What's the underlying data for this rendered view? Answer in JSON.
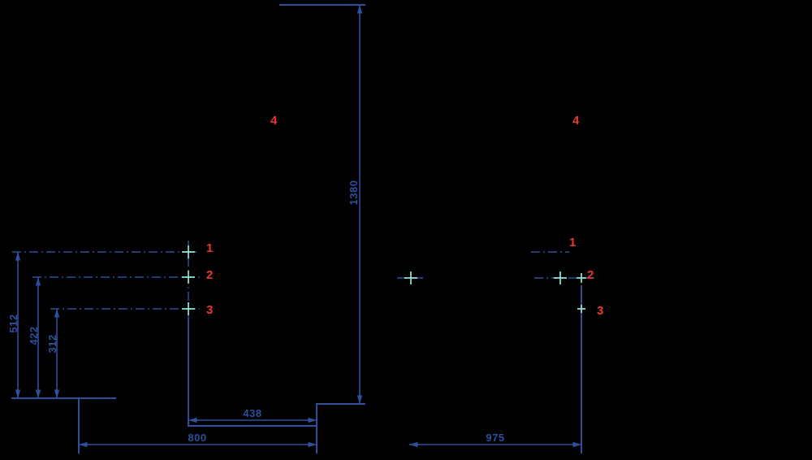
{
  "diagram": {
    "kind": "technical-dimension-drawing",
    "colors": {
      "bg": "#000000",
      "line": "#2d4f9c",
      "label": "#e8382d",
      "marker": "#8fe6d8"
    },
    "front_view": {
      "overall_height": "1380",
      "height_dims": {
        "d1": "512",
        "d2": "422",
        "d3": "312"
      },
      "width_dims": {
        "step": "438",
        "overall": "800"
      },
      "points": {
        "p1": "1",
        "p2": "2",
        "p3": "3",
        "p4": "4"
      }
    },
    "side_view": {
      "width_dims": {
        "overall": "975"
      },
      "points": {
        "p1": "1",
        "p2": "2",
        "p3": "3",
        "p4": "4"
      }
    }
  }
}
